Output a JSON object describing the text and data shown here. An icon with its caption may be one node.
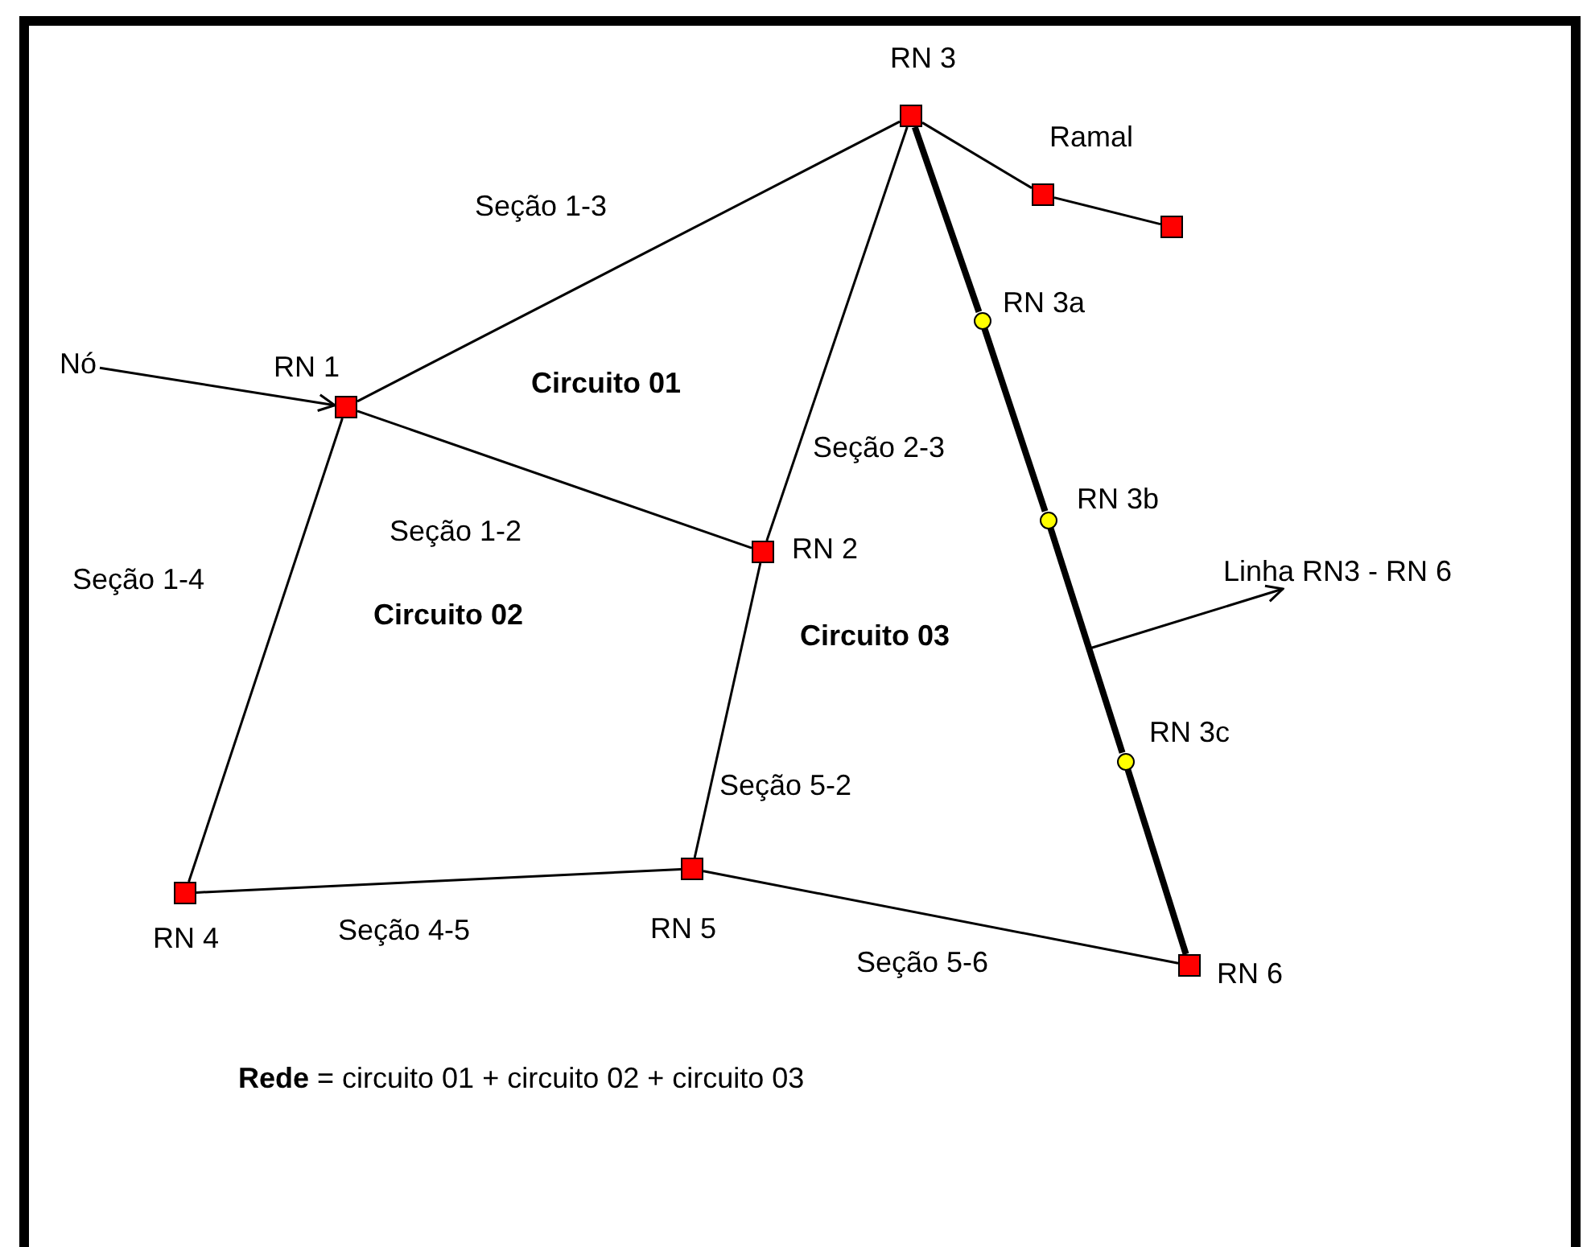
{
  "diagram": {
    "nodes": [
      {
        "text": [
          "RN 3"
        ]
      },
      {
        "text": [],
        "shape": "box"
      },
      {
        "text": [],
        "shape": "box"
      },
      {
        "text": [
          "RN 3a"
        ]
      },
      {
        "text": [
          "Nó"
        ]
      },
      {
        "text": [
          "RN 1"
        ]
      },
      {
        "text": [
          "RN 3b"
        ]
      },
      {
        "text": [
          "RN 2"
        ]
      },
      {
        "text": [
          "Linha RN3 - RN 6"
        ]
      },
      {
        "text": [
          "RN 3c"
        ]
      },
      {
        "text": [
          "RN 5"
        ]
      },
      {
        "text": [
          "RN 4"
        ]
      },
      {
        "text": [
          "RN 6"
        ]
      }
    ],
    "edges": [
      {
        "from": 0,
        "to": 5,
        "arrow": "none",
        "label": "Seção 1-3"
      },
      {
        "from": 0,
        "to": 1,
        "arrow": "none"
      },
      {
        "from": 1,
        "to": 2,
        "arrow": "none"
      },
      {
        "from": 0,
        "to": 3,
        "arrow": "none",
        "style": "thick"
      },
      {
        "from": 4,
        "to": 5,
        "arrow": "to"
      },
      {
        "from": 5,
        "to": 7,
        "arrow": "none",
        "label": "Seção 1-2"
      },
      {
        "from": 0,
        "to": 7,
        "arrow": "none",
        "label": "Seção 2-3"
      },
      {
        "from": 5,
        "to": 11,
        "arrow": "none",
        "label": "Seção 1-4"
      },
      {
        "from": 3,
        "to": 6,
        "arrow": "none",
        "style": "thick"
      },
      {
        "from": null,
        "to": 8,
        "arrow": "to"
      },
      {
        "from": 6,
        "to": 9,
        "arrow": "none",
        "style": "thick"
      },
      {
        "from": 7,
        "to": 10,
        "arrow": "none",
        "label": "Seção 5-2"
      },
      {
        "from": 9,
        "to": 12,
        "arrow": "none",
        "style": "thick"
      },
      {
        "from": 11,
        "to": 10,
        "arrow": "none",
        "label": "Seção 4-5"
      },
      {
        "from": 10,
        "to": 12,
        "arrow": "none",
        "label": "Seção 5-6"
      }
    ],
    "labels": [
      "Ramal",
      "Circuito 01",
      "Circuito 02",
      "Circuito 03",
      "**Rede** = circuito 01 + circuito 02 + circuito 03"
    ]
  }
}
